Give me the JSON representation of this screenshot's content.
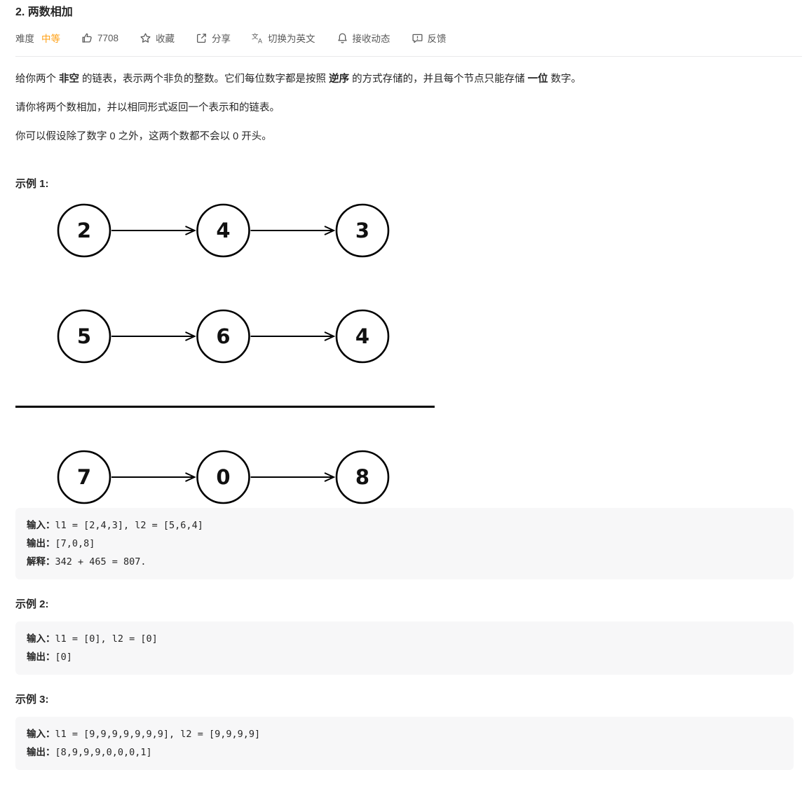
{
  "colors": {
    "difficulty_medium": "#ffa116",
    "icon_gray": "#595959",
    "code_block_bg": "#f7f7f8"
  },
  "header": {
    "title": "2. 两数相加"
  },
  "meta": {
    "difficulty_label": "难度",
    "difficulty_value": "中等",
    "like_count": "7708",
    "favorite_label": "收藏",
    "share_label": "分享",
    "translate_label": "切换为英文",
    "subscribe_label": "接收动态",
    "feedback_label": "反馈"
  },
  "description": {
    "p1": [
      "给你两个 ",
      "非空",
      " 的链表，表示两个非负的整数。它们每位数字都是按照 ",
      "逆序",
      " 的方式存储的，并且每个节点只能存储 ",
      "一位",
      " 数字。"
    ],
    "p2": "请你将两个数相加，并以相同形式返回一个表示和的链表。",
    "p3": "你可以假设除了数字 0 之外，这两个数都不会以 0 开头。"
  },
  "examples": [
    {
      "header": "示例 1:",
      "diagram": {
        "l1": [
          2,
          4,
          3
        ],
        "l2": [
          5,
          6,
          4
        ],
        "sum": [
          7,
          0,
          8
        ]
      },
      "io": [
        {
          "label": "输入：",
          "text": "l1 = [2,4,3], l2 = [5,6,4]"
        },
        {
          "label": "输出：",
          "text": "[7,0,8]"
        },
        {
          "label": "解释：",
          "text": "342 + 465 = 807."
        }
      ]
    },
    {
      "header": "示例 2:",
      "io": [
        {
          "label": "输入：",
          "text": "l1 = [0], l2 = [0]"
        },
        {
          "label": "输出：",
          "text": "[0]"
        }
      ]
    },
    {
      "header": "示例 3:",
      "io": [
        {
          "label": "输入：",
          "text": "l1 = [9,9,9,9,9,9,9], l2 = [9,9,9,9]"
        },
        {
          "label": "输出：",
          "text": "[8,9,9,9,0,0,0,1]"
        }
      ]
    }
  ]
}
